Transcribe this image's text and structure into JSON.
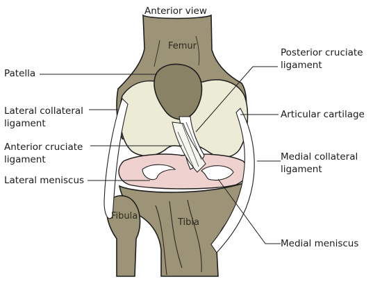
{
  "diagram": {
    "title": "Anterior view",
    "bones": {
      "femur": "Femur",
      "fibula": "Fibula",
      "tibia": "Tibia"
    },
    "labels": {
      "patella": "Patella",
      "lateral_collateral_1": "Lateral collateral",
      "lateral_collateral_2": "ligament",
      "anterior_cruciate_1": "Anterior cruciate",
      "anterior_cruciate_2": "ligament",
      "lateral_meniscus": "Lateral meniscus",
      "posterior_cruciate_1": "Posterior cruciate",
      "posterior_cruciate_2": "ligament",
      "articular_cartilage": "Articular cartilage",
      "medial_collateral_1": "Medial collateral",
      "medial_collateral_2": "ligament",
      "medial_meniscus": "Medial meniscus"
    },
    "colors": {
      "bone": "#9d9477",
      "cartilage": "#ecebd6",
      "meniscus": "#efd2d0",
      "ligament": "#ffffff",
      "outline": "#1e1e1e"
    }
  }
}
